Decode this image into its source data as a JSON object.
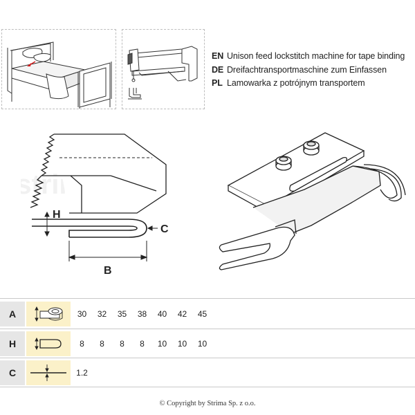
{
  "descriptions": [
    {
      "code": "EN",
      "text": "Unison feed lockstitch machine for tape binding"
    },
    {
      "code": "DE",
      "text": "Dreifachtransportmaschine zum Einfassen"
    },
    {
      "code": "PL",
      "text": "Lamowarka z potrójnym transportem"
    }
  ],
  "diagram": {
    "label_h": "H",
    "label_c": "C",
    "label_b": "B"
  },
  "watermark": "strima.com",
  "table": {
    "rows": [
      {
        "label": "A",
        "icon": "tape-roll-icon",
        "values": [
          "30",
          "32",
          "35",
          "38",
          "40",
          "42",
          "45"
        ]
      },
      {
        "label": "H",
        "icon": "folded-edge-icon",
        "values": [
          "8",
          "8",
          "8",
          "8",
          "10",
          "10",
          "10"
        ]
      },
      {
        "label": "C",
        "icon": "material-thickness-icon",
        "values": [
          "1.2"
        ]
      }
    ]
  },
  "copyright": "© Copyright by Strima Sp. z o.o."
}
